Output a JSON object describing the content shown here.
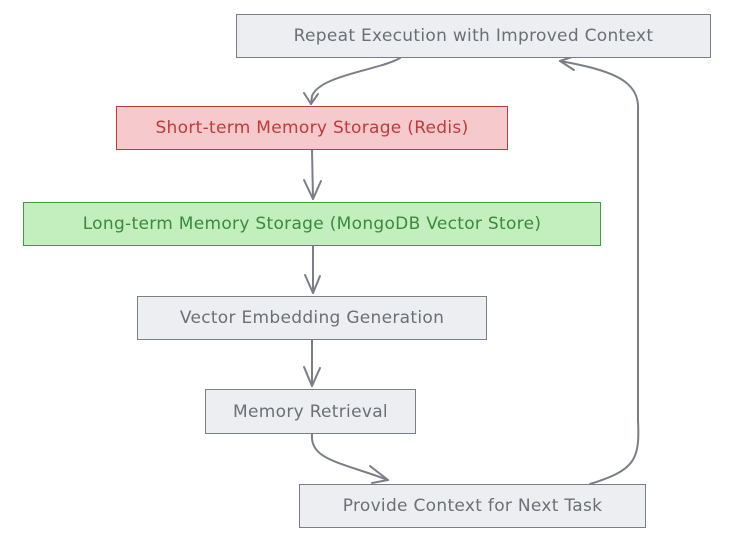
{
  "diagram": {
    "nodes": {
      "repeat": "Repeat Execution with Improved Context",
      "short_term": "Short-term Memory Storage (Redis)",
      "long_term": "Long-term Memory Storage (MongoDB Vector Store)",
      "embedding": "Vector Embedding Generation",
      "retrieval": "Memory Retrieval",
      "provide": "Provide Context for Next Task"
    },
    "colors": {
      "default_fill": "#eceef2",
      "default_stroke": "#7a7f87",
      "short_term_fill": "#f6c9cc",
      "short_term_stroke": "#c23a3a",
      "long_term_fill": "#c3efbf",
      "long_term_stroke": "#3f9c3f"
    }
  }
}
